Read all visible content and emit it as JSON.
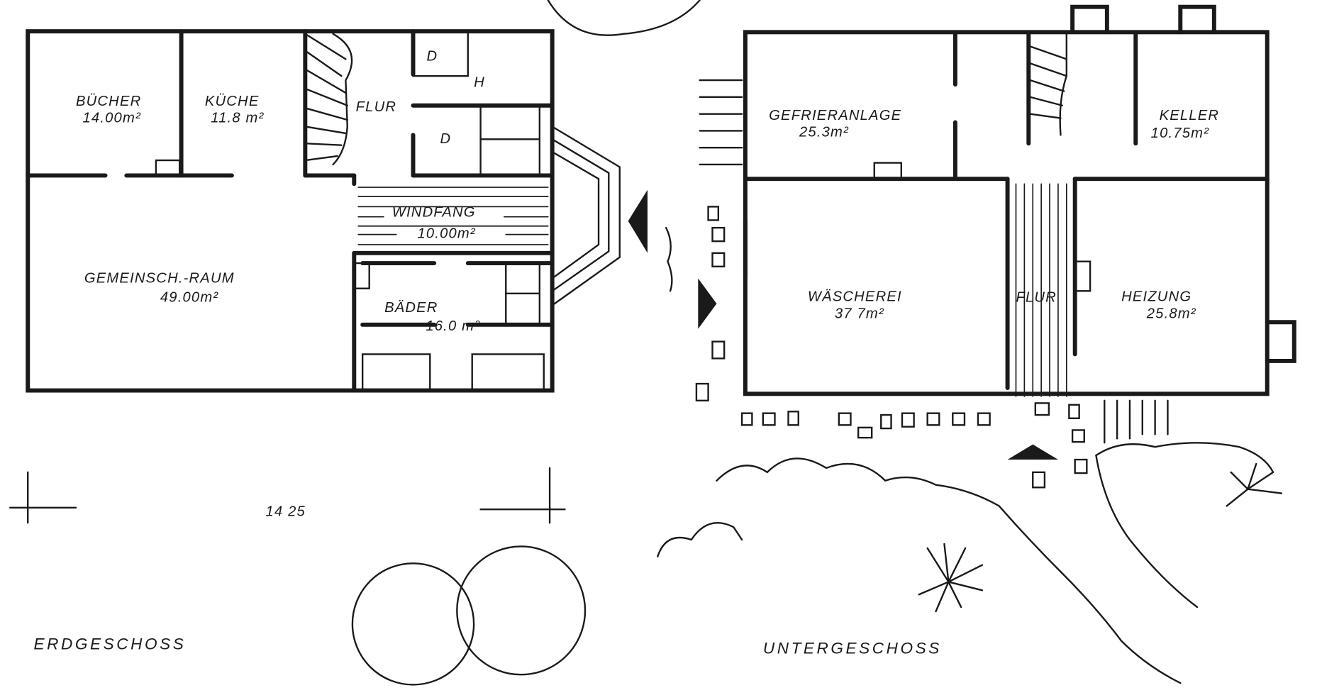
{
  "ground_floor": {
    "title": "ERDGESCHOSS",
    "dimension": "14 25",
    "rooms": [
      {
        "name": "BÜCHER",
        "area": "14.00m²"
      },
      {
        "name": "KÜCHE",
        "area": "11.8 m²"
      },
      {
        "name": "FLUR",
        "area": ""
      },
      {
        "name": "WINDFANG",
        "area": "10.00m²"
      },
      {
        "name": "GEMEINSCH.-RAUM",
        "area": "49.00m²"
      },
      {
        "name": "BÄDER",
        "area": "16.0 m²"
      }
    ],
    "marks": {
      "h": "H",
      "d": "D"
    }
  },
  "basement": {
    "title": "UNTERGESCHOSS",
    "rooms": [
      {
        "name": "GEFRIERANLAGE",
        "area": "25.3m²"
      },
      {
        "name": "KELLER",
        "area": "10.75m²"
      },
      {
        "name": "WÄSCHEREI",
        "area": "37 7m²"
      },
      {
        "name": "FLUR",
        "area": ""
      },
      {
        "name": "HEIZUNG",
        "area": "25.8m²"
      }
    ]
  }
}
